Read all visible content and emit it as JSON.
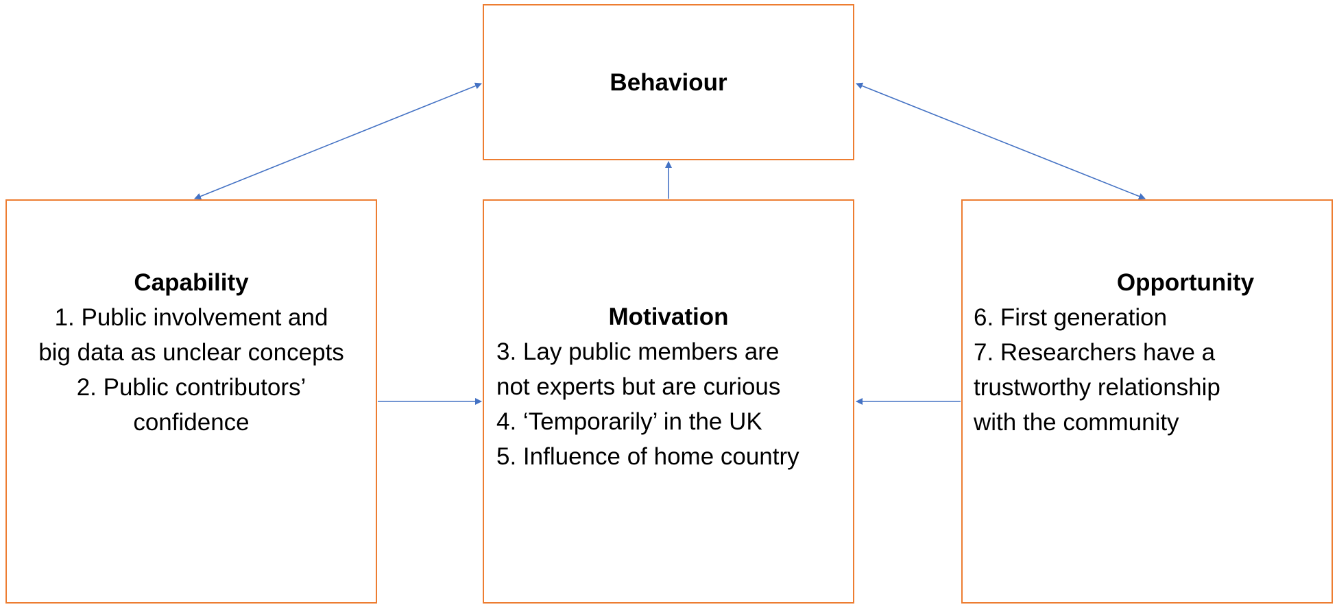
{
  "colors": {
    "box_border": "#ED7D31",
    "arrow": "#4472C4",
    "text": "#000000",
    "background": "#FFFFFF"
  },
  "nodes": {
    "behaviour": {
      "title": "Behaviour"
    },
    "capability": {
      "title": "Capability",
      "lines": [
        "1. Public involvement and",
        "big data as unclear concepts",
        "2. Public contributors’",
        "confidence"
      ]
    },
    "motivation": {
      "title": "Motivation",
      "lines": [
        "3. Lay public members are",
        "not experts but are curious",
        "4. ‘Temporarily’ in the UK",
        "5. Influence of home country"
      ]
    },
    "opportunity": {
      "title": "Opportunity",
      "lines": [
        "6. First generation",
        "7. Researchers have a",
        "trustworthy relationship",
        "with the community"
      ]
    }
  },
  "edges": [
    {
      "from": "capability",
      "to": "behaviour",
      "direction": "both"
    },
    {
      "from": "opportunity",
      "to": "behaviour",
      "direction": "both"
    },
    {
      "from": "motivation",
      "to": "behaviour",
      "direction": "forward"
    },
    {
      "from": "capability",
      "to": "motivation",
      "direction": "forward"
    },
    {
      "from": "opportunity",
      "to": "motivation",
      "direction": "forward"
    }
  ]
}
